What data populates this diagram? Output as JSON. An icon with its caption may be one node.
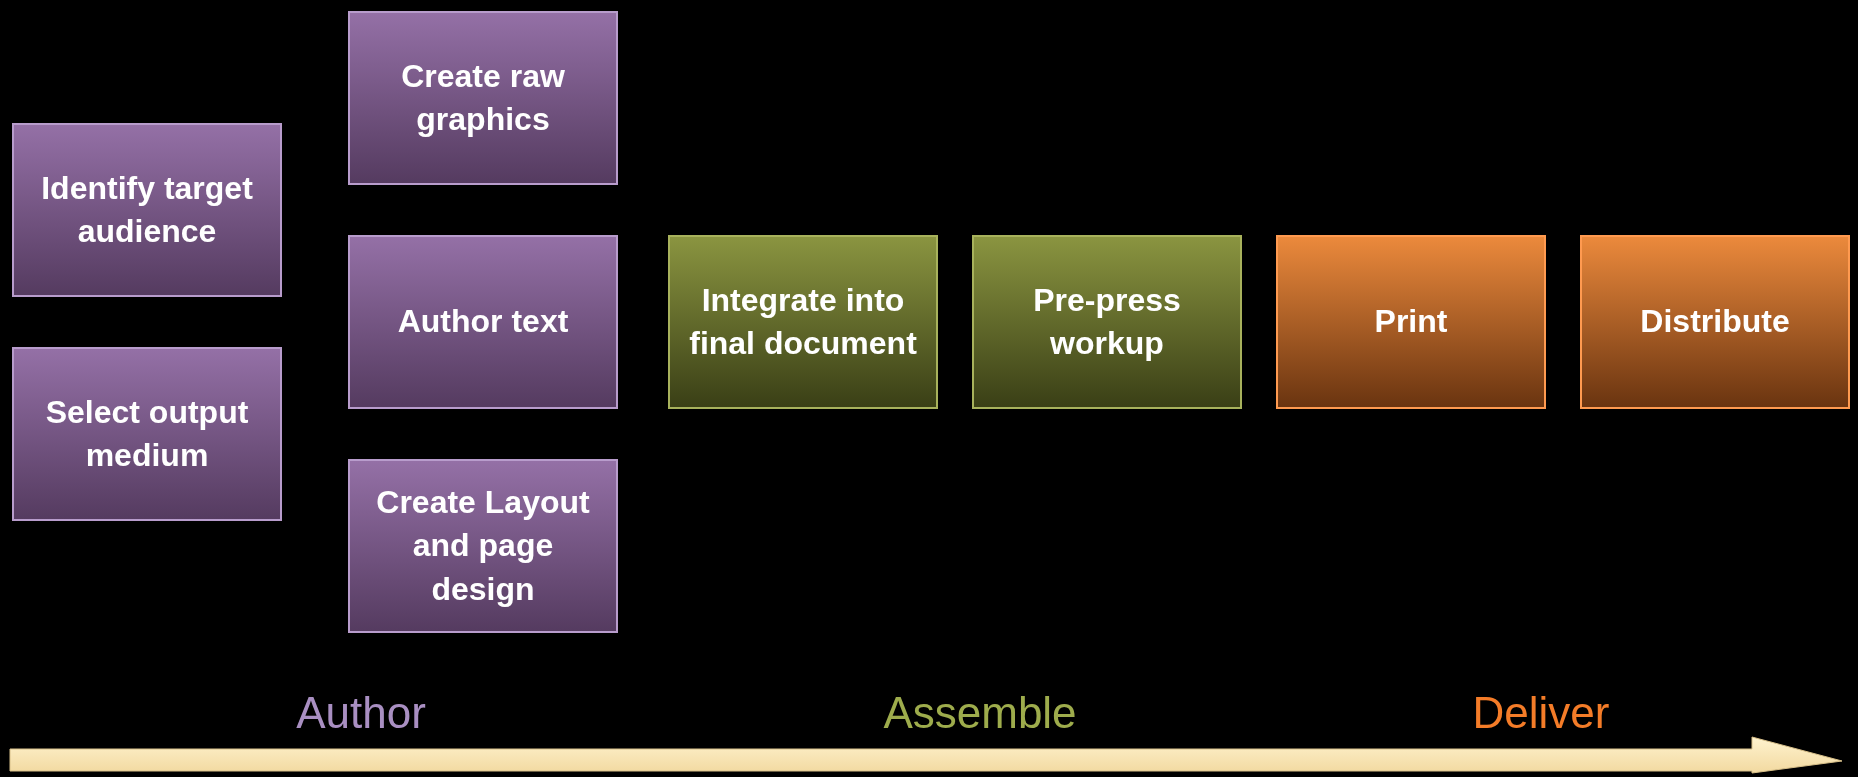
{
  "diagram": {
    "nodes": [
      {
        "text": [
          "Identify target audience"
        ]
      },
      {
        "text": [
          "Select output medium"
        ]
      },
      {
        "text": [
          "Create raw graphics"
        ]
      },
      {
        "text": [
          "Author text"
        ]
      },
      {
        "text": [
          "Create Layout and page design"
        ]
      },
      {
        "text": [
          "Integrate into final document"
        ]
      },
      {
        "text": [
          "Pre-press workup"
        ]
      },
      {
        "text": [
          "Print"
        ]
      },
      {
        "text": [
          "Distribute"
        ]
      }
    ],
    "labels": [
      "Author",
      "Assemble",
      "Deliver"
    ]
  }
}
